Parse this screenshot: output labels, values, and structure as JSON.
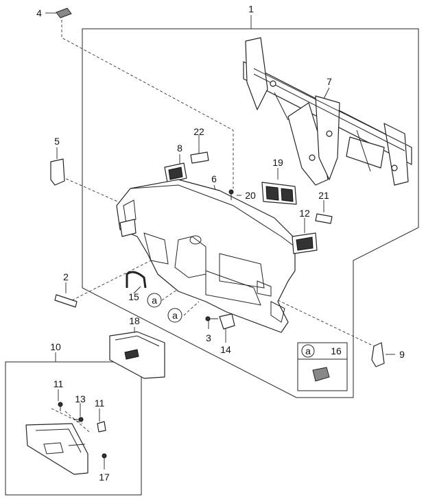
{
  "callouts": {
    "c1": "1",
    "c2": "2",
    "c3": "3",
    "c4": "4",
    "c5": "5",
    "c6": "6",
    "c7": "7",
    "c8": "8",
    "c9": "9",
    "c10": "10",
    "c11a": "11",
    "c11b": "11",
    "c12": "12",
    "c13": "13",
    "c14": "14",
    "c15": "15",
    "c16": "16",
    "c17": "17",
    "c18": "18",
    "c19": "19",
    "c20": "20",
    "c21": "21",
    "c22": "22"
  },
  "refs": {
    "a1": "a",
    "a2": "a",
    "a3": "a"
  }
}
